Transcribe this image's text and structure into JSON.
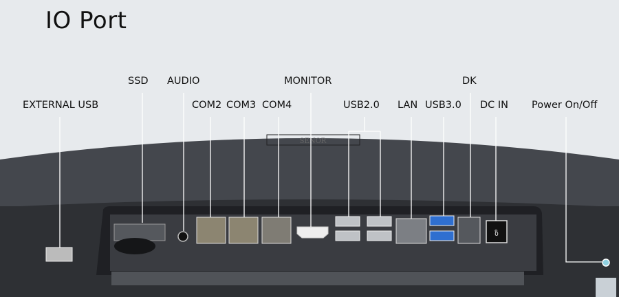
{
  "title": "IO Port",
  "labels": {
    "external_usb": "EXTERNAL USB",
    "ssd": "SSD",
    "audio": "AUDIO",
    "com2": "COM2",
    "com3": "COM3",
    "com4": "COM4",
    "monitor": "MONITOR",
    "usb20": "USB2.0",
    "lan": "LAN",
    "usb30": "USB3.0",
    "dk": "DK",
    "dc_in": "DC IN",
    "power": "Power On/Off"
  },
  "brand": "SENOR",
  "colors": {
    "background": "#e7eaed",
    "device": "#3d4046",
    "leader": "#ffffff",
    "usb3": "#2f6fd0"
  }
}
